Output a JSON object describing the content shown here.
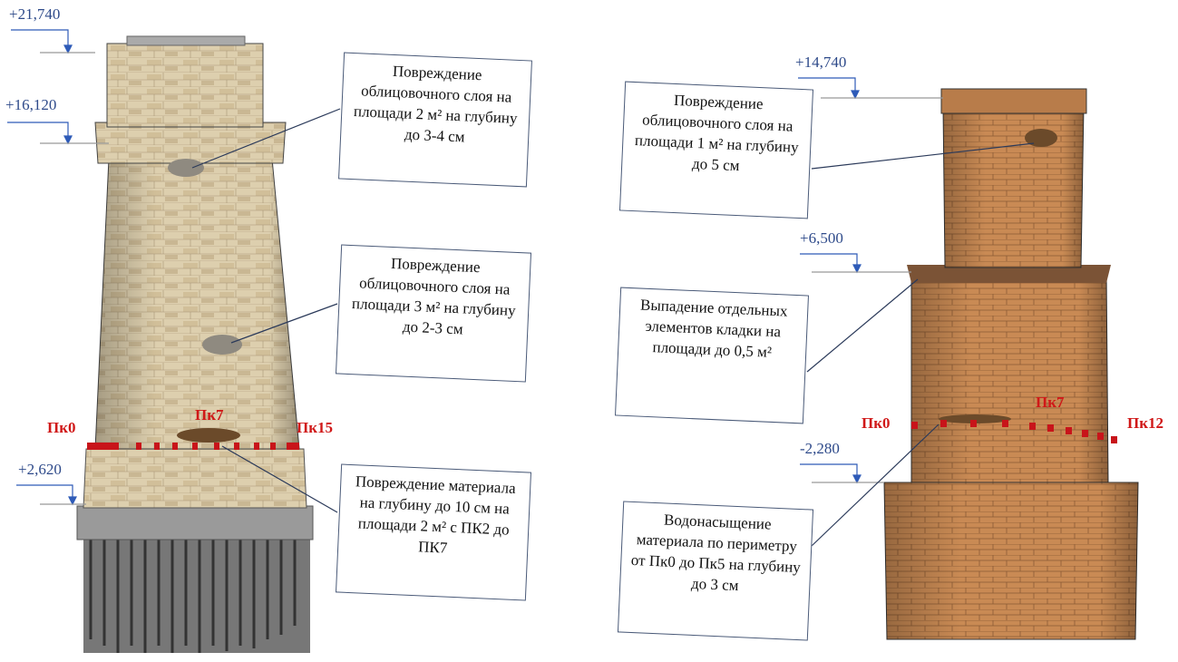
{
  "left_pier": {
    "elevations": [
      "+21,740",
      "+16,120",
      "+2,620"
    ],
    "pickets": [
      "Пк0",
      "Пк7",
      "Пк15"
    ],
    "callouts": [
      "Повреждение облицовочного слоя на площади 2 м² на глубину до 3-4 см",
      "Повреждение облицовочного слоя на площади 3 м² на глубину до 2-3 см",
      "Повреждение материала на глубину до 10 см на площади 2 м² с ПК2 до ПК7"
    ]
  },
  "right_pier": {
    "elevations": [
      "+14,740",
      "+6,500",
      "-2,280"
    ],
    "pickets": [
      "Пк0",
      "Пк7",
      "Пк12"
    ],
    "callouts": [
      "Повреждение облицовочного слоя на площади 1 м² на глубину до 5 см",
      "Выпадение отдельных элементов кладки на площади до 0,5 м²",
      "Водонасыщение материала по периметру от Пк0 до Пк5 на глубину до 3 см"
    ]
  },
  "colors": {
    "elevation": "#2e5bb8",
    "picket": "#d01818",
    "stone": "#d8c7a0",
    "brick": "#c4864e"
  }
}
